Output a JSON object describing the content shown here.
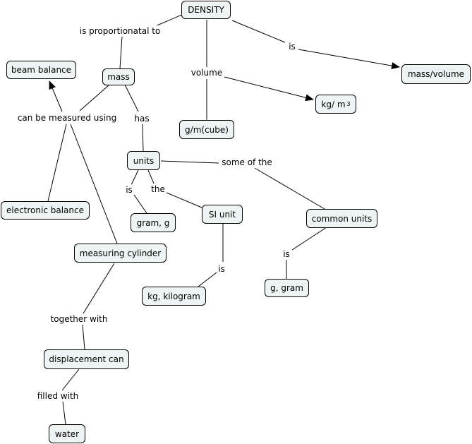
{
  "concepts": {
    "density": "DENSITY",
    "mass": "mass",
    "beam_balance": "beam balance",
    "mass_volume": "mass/volume",
    "kg_m3": "kg/ m",
    "kg_m3_exp": "3",
    "g_m_cube": "g/m(cube)",
    "units": "units",
    "electronic_balance": "electronic balance",
    "gram_g": "gram, g",
    "si_unit": "SI unit",
    "common_units": "common units",
    "measuring_cylinder": "measuring cylinder",
    "g_gram": "g, gram",
    "kg_kilogram": "kg, kilogram",
    "displacement_can": "displacement can",
    "water": "water"
  },
  "link_labels": {
    "is_proportional_to": "is proportionatal to",
    "is_top": "is",
    "volume": "volume",
    "can_be_measured_using": "can be measured using",
    "has": "has",
    "some_of_the": "some of the",
    "is_units": "is",
    "the": "the",
    "is_si": "is",
    "is_common": "is",
    "together_with": "together with",
    "filled_with": "filled with"
  }
}
